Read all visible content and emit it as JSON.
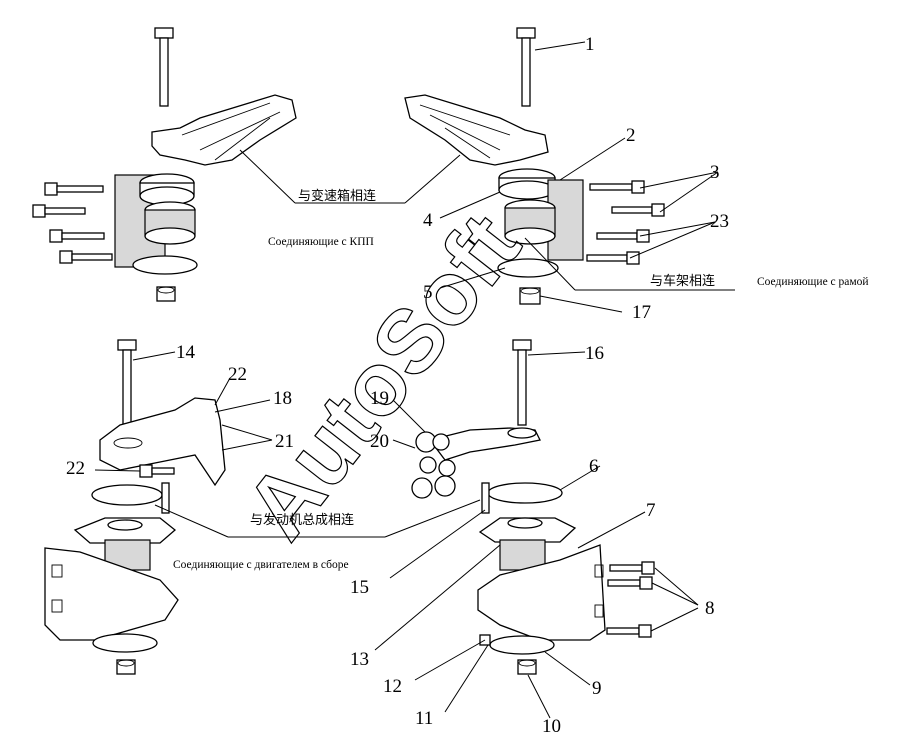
{
  "diagram": {
    "callouts": [
      "1",
      "2",
      "3",
      "4",
      "5",
      "6",
      "7",
      "8",
      "9",
      "10",
      "11",
      "12",
      "13",
      "14",
      "15",
      "16",
      "17",
      "18",
      "19",
      "20",
      "21",
      "22",
      "22",
      "23"
    ],
    "labels": {
      "gearbox_cn": "与变速箱相连",
      "gearbox_ru": "Соединяющие с КПП",
      "frame_cn": "与车架相连",
      "frame_ru": "Соединяющие с рамой",
      "engine_cn": "与发动机总成相连",
      "engine_ru": "Соединяющие с двигателем в сборе"
    },
    "watermark": "AutoSoft"
  }
}
